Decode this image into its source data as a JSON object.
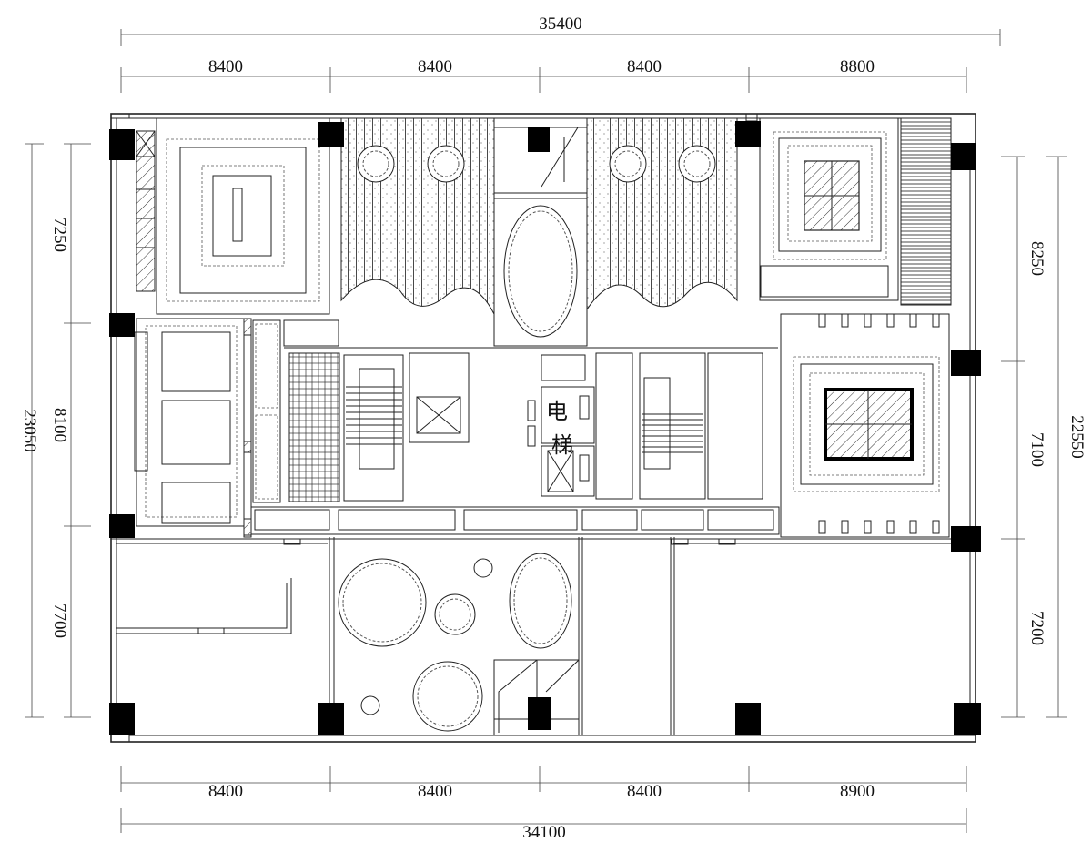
{
  "dimensions": {
    "top_total": "35400",
    "top_segments": [
      "8400",
      "8400",
      "8400",
      "8800"
    ],
    "bottom_segments": [
      "8400",
      "8400",
      "8400",
      "8900"
    ],
    "bottom_total": "34100",
    "left_total": "23050",
    "left_segments": [
      "7250",
      "8100",
      "7700"
    ],
    "right_total": "22550",
    "right_segments": [
      "8250",
      "7100",
      "7200"
    ]
  },
  "labels": {
    "elevator_char_1": "电",
    "elevator_char_2": "梯"
  }
}
